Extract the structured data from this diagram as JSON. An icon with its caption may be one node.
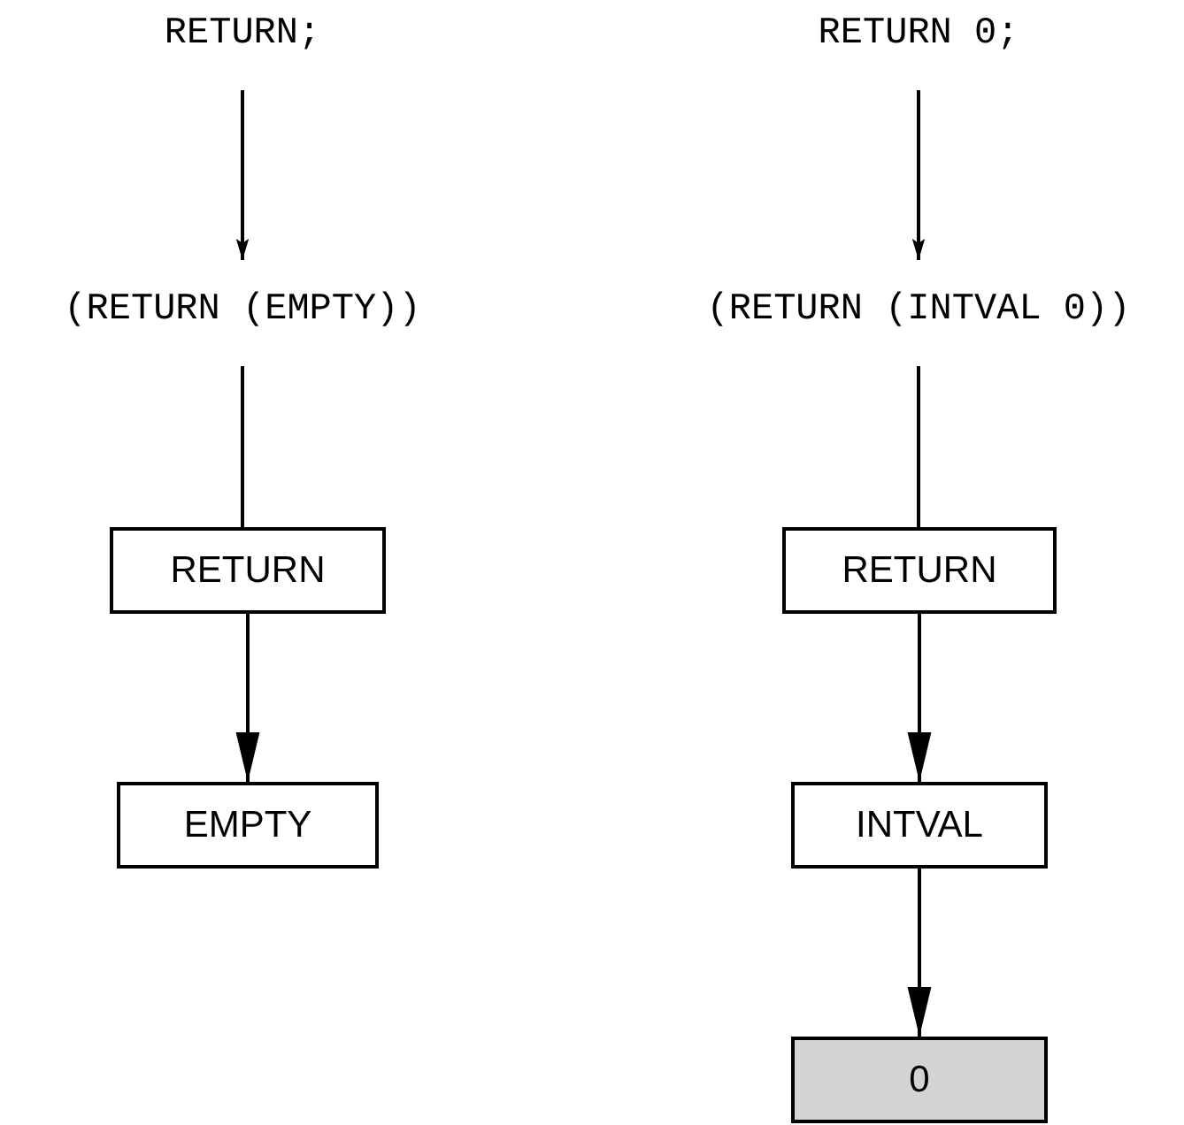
{
  "diagram": {
    "nodes": [
      {
        "text": [
          "RETURN;"
        ]
      },
      {
        "text": [
          "(RETURN (EMPTY))"
        ]
      },
      {
        "text": [
          "RETURN"
        ]
      },
      {
        "text": [
          "EMPTY"
        ]
      },
      {
        "text": [
          "RETURN 0;"
        ]
      },
      {
        "text": [
          "(RETURN (INTVAL 0))"
        ]
      },
      {
        "text": [
          "RETURN"
        ]
      },
      {
        "text": [
          "INTVAL"
        ]
      },
      {
        "text": [
          "0"
        ]
      }
    ],
    "edges": [
      {
        "from": 0,
        "to": 1,
        "arrow": "to"
      },
      {
        "from": 1,
        "to": 2,
        "arrow": "none"
      },
      {
        "from": 2,
        "to": 3,
        "arrow": "to"
      },
      {
        "from": 4,
        "to": 5,
        "arrow": "to"
      },
      {
        "from": 5,
        "to": 6,
        "arrow": "none"
      },
      {
        "from": 6,
        "to": 7,
        "arrow": "to"
      },
      {
        "from": 7,
        "to": 8,
        "arrow": "to"
      }
    ]
  }
}
